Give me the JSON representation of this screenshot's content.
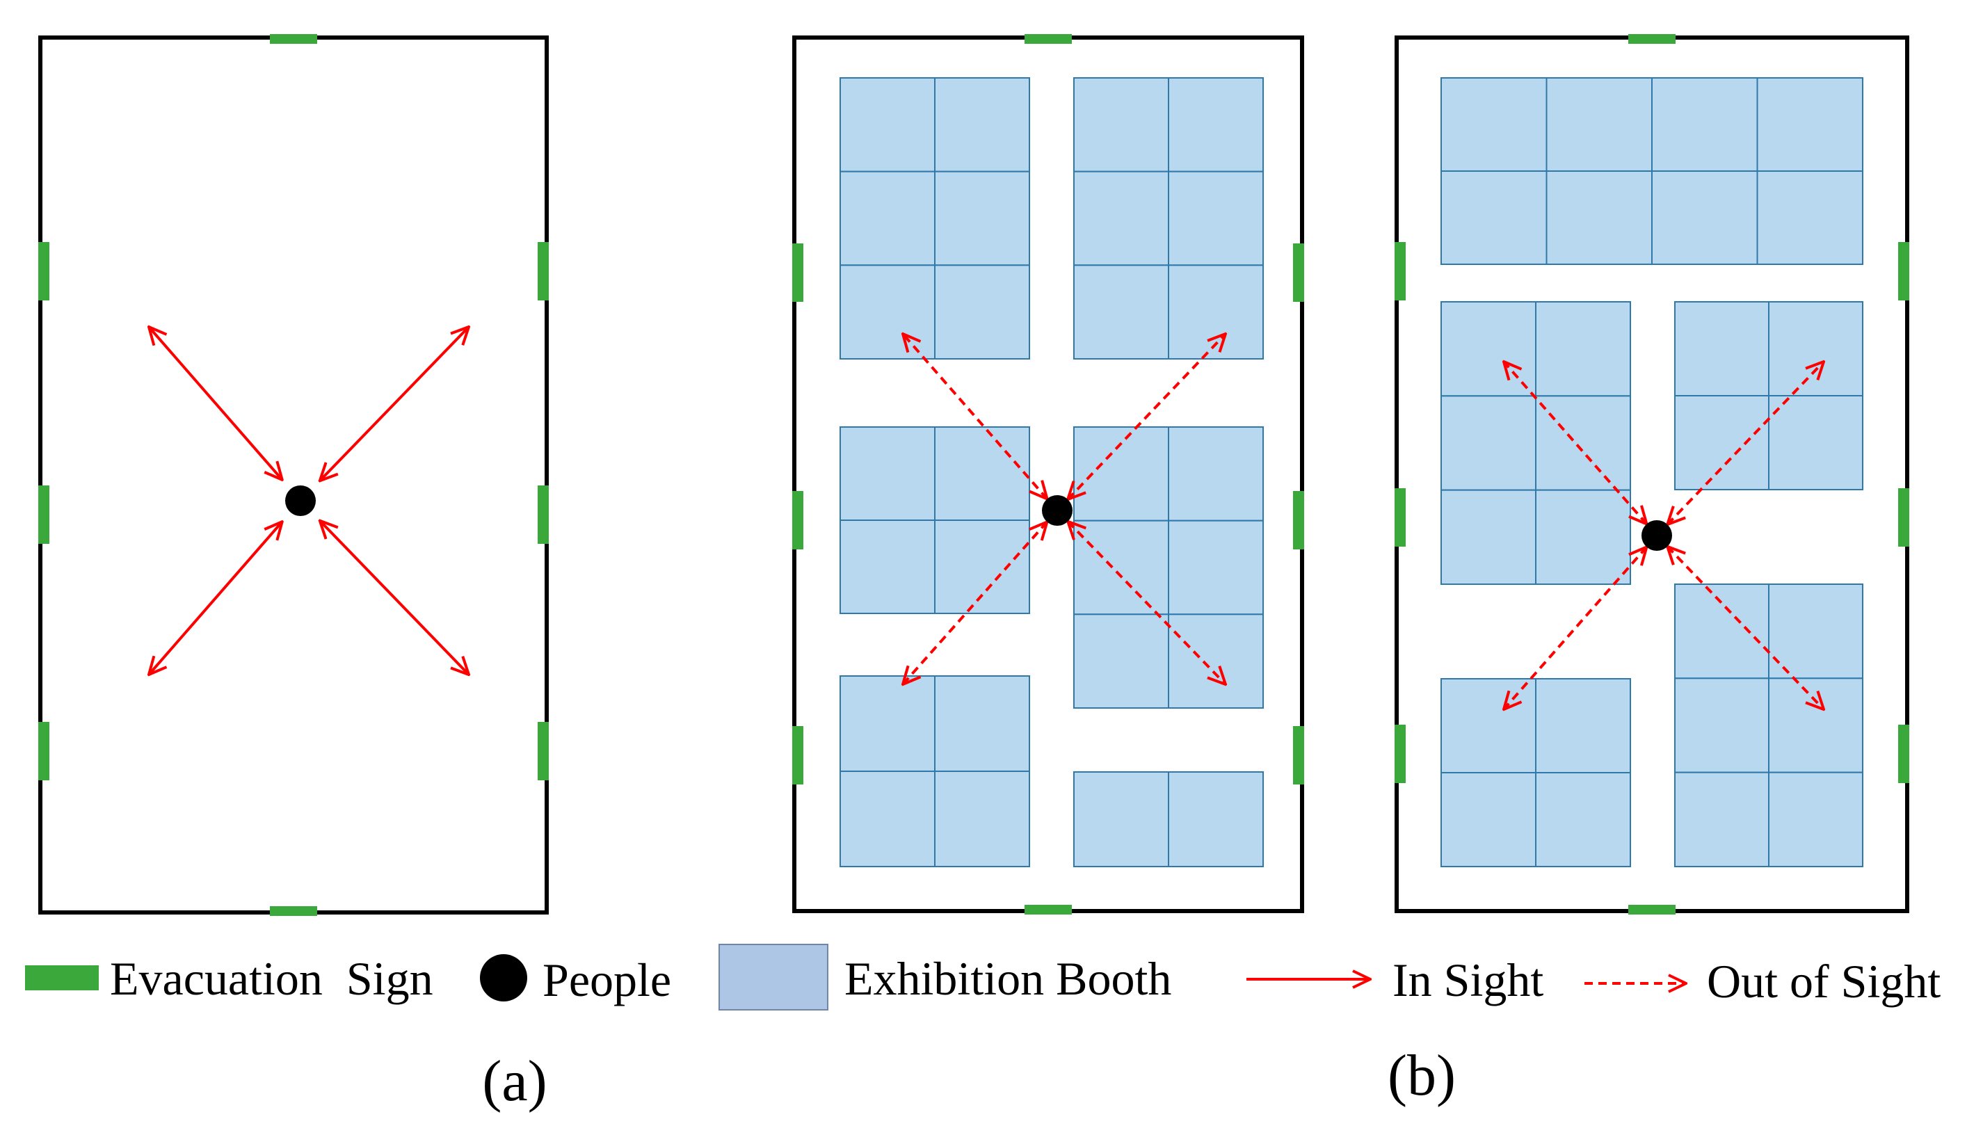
{
  "colors": {
    "frame": "#000000",
    "sign": "#3aa83a",
    "person": "#000000",
    "booth_fill": "#b8d8ef",
    "booth_stroke": "#2f78a8",
    "legend_booth_fill": "#aec6e6",
    "arrow": "#ff0000"
  },
  "icons": {
    "sign": "green-bar-icon",
    "person": "black-dot-icon",
    "booth": "blue-square-icon",
    "in_sight": "solid-arrow-icon",
    "out_of_sight": "dashed-arrow-icon"
  },
  "legend": {
    "evacuation_sign": "Evacuation  Sign",
    "people": "People",
    "exhibition_booth": "Exhibition Booth",
    "in_sight": "In Sight",
    "out_of_sight": "Out of Sight"
  },
  "subfigures": {
    "a": "(a)",
    "b": "(b)"
  },
  "panels": [
    {
      "id": "empty-hall",
      "booth_groups": [],
      "sight": "in"
    },
    {
      "id": "booth-layout-1",
      "sight": "out",
      "booth_groups": [
        {
          "cols": 2,
          "rows": 3
        },
        {
          "cols": 2,
          "rows": 3
        },
        {
          "cols": 2,
          "rows": 2
        },
        {
          "cols": 2,
          "rows": 3
        },
        {
          "cols": 2,
          "rows": 2
        },
        {
          "cols": 2,
          "rows": 1
        }
      ]
    },
    {
      "id": "booth-layout-2",
      "sight": "out",
      "booth_groups": [
        {
          "cols": 4,
          "rows": 2
        },
        {
          "cols": 2,
          "rows": 3
        },
        {
          "cols": 2,
          "rows": 2
        },
        {
          "cols": 2,
          "rows": 2
        },
        {
          "cols": 2,
          "rows": 3
        }
      ]
    }
  ]
}
